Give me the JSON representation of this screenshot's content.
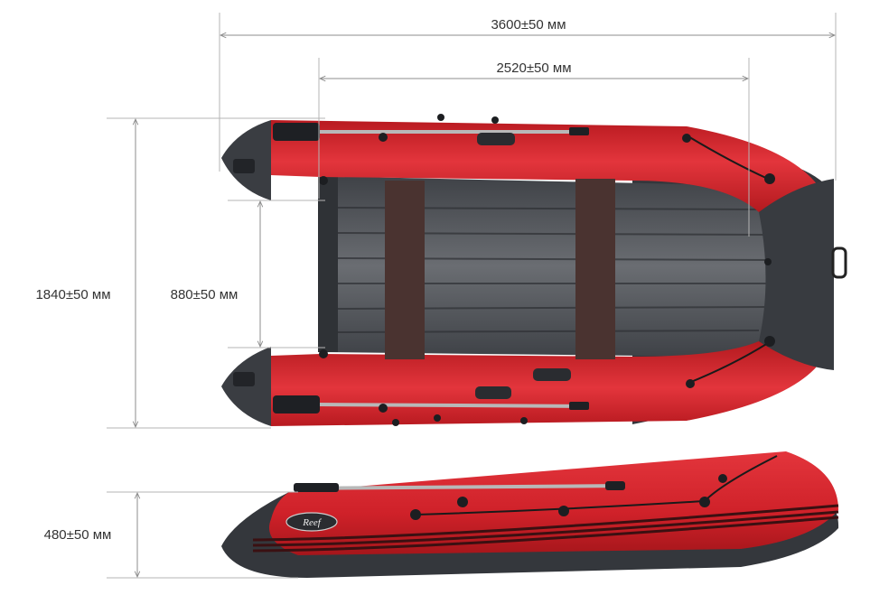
{
  "dimensions": {
    "overall_length": "3600±50 мм",
    "inner_length": "2520±50 мм",
    "overall_width": "1840±50 мм",
    "inner_width": "880±50 мм",
    "side_height": "480±50 мм"
  },
  "colors": {
    "hull_red": "#d42128",
    "hull_red_light": "#e8323a",
    "hull_dark": "#3a3d42",
    "floor": "#5a5d62",
    "seat": "#4a3330",
    "dimension_line": "#8c8c8c"
  },
  "logo_text": "Reef"
}
